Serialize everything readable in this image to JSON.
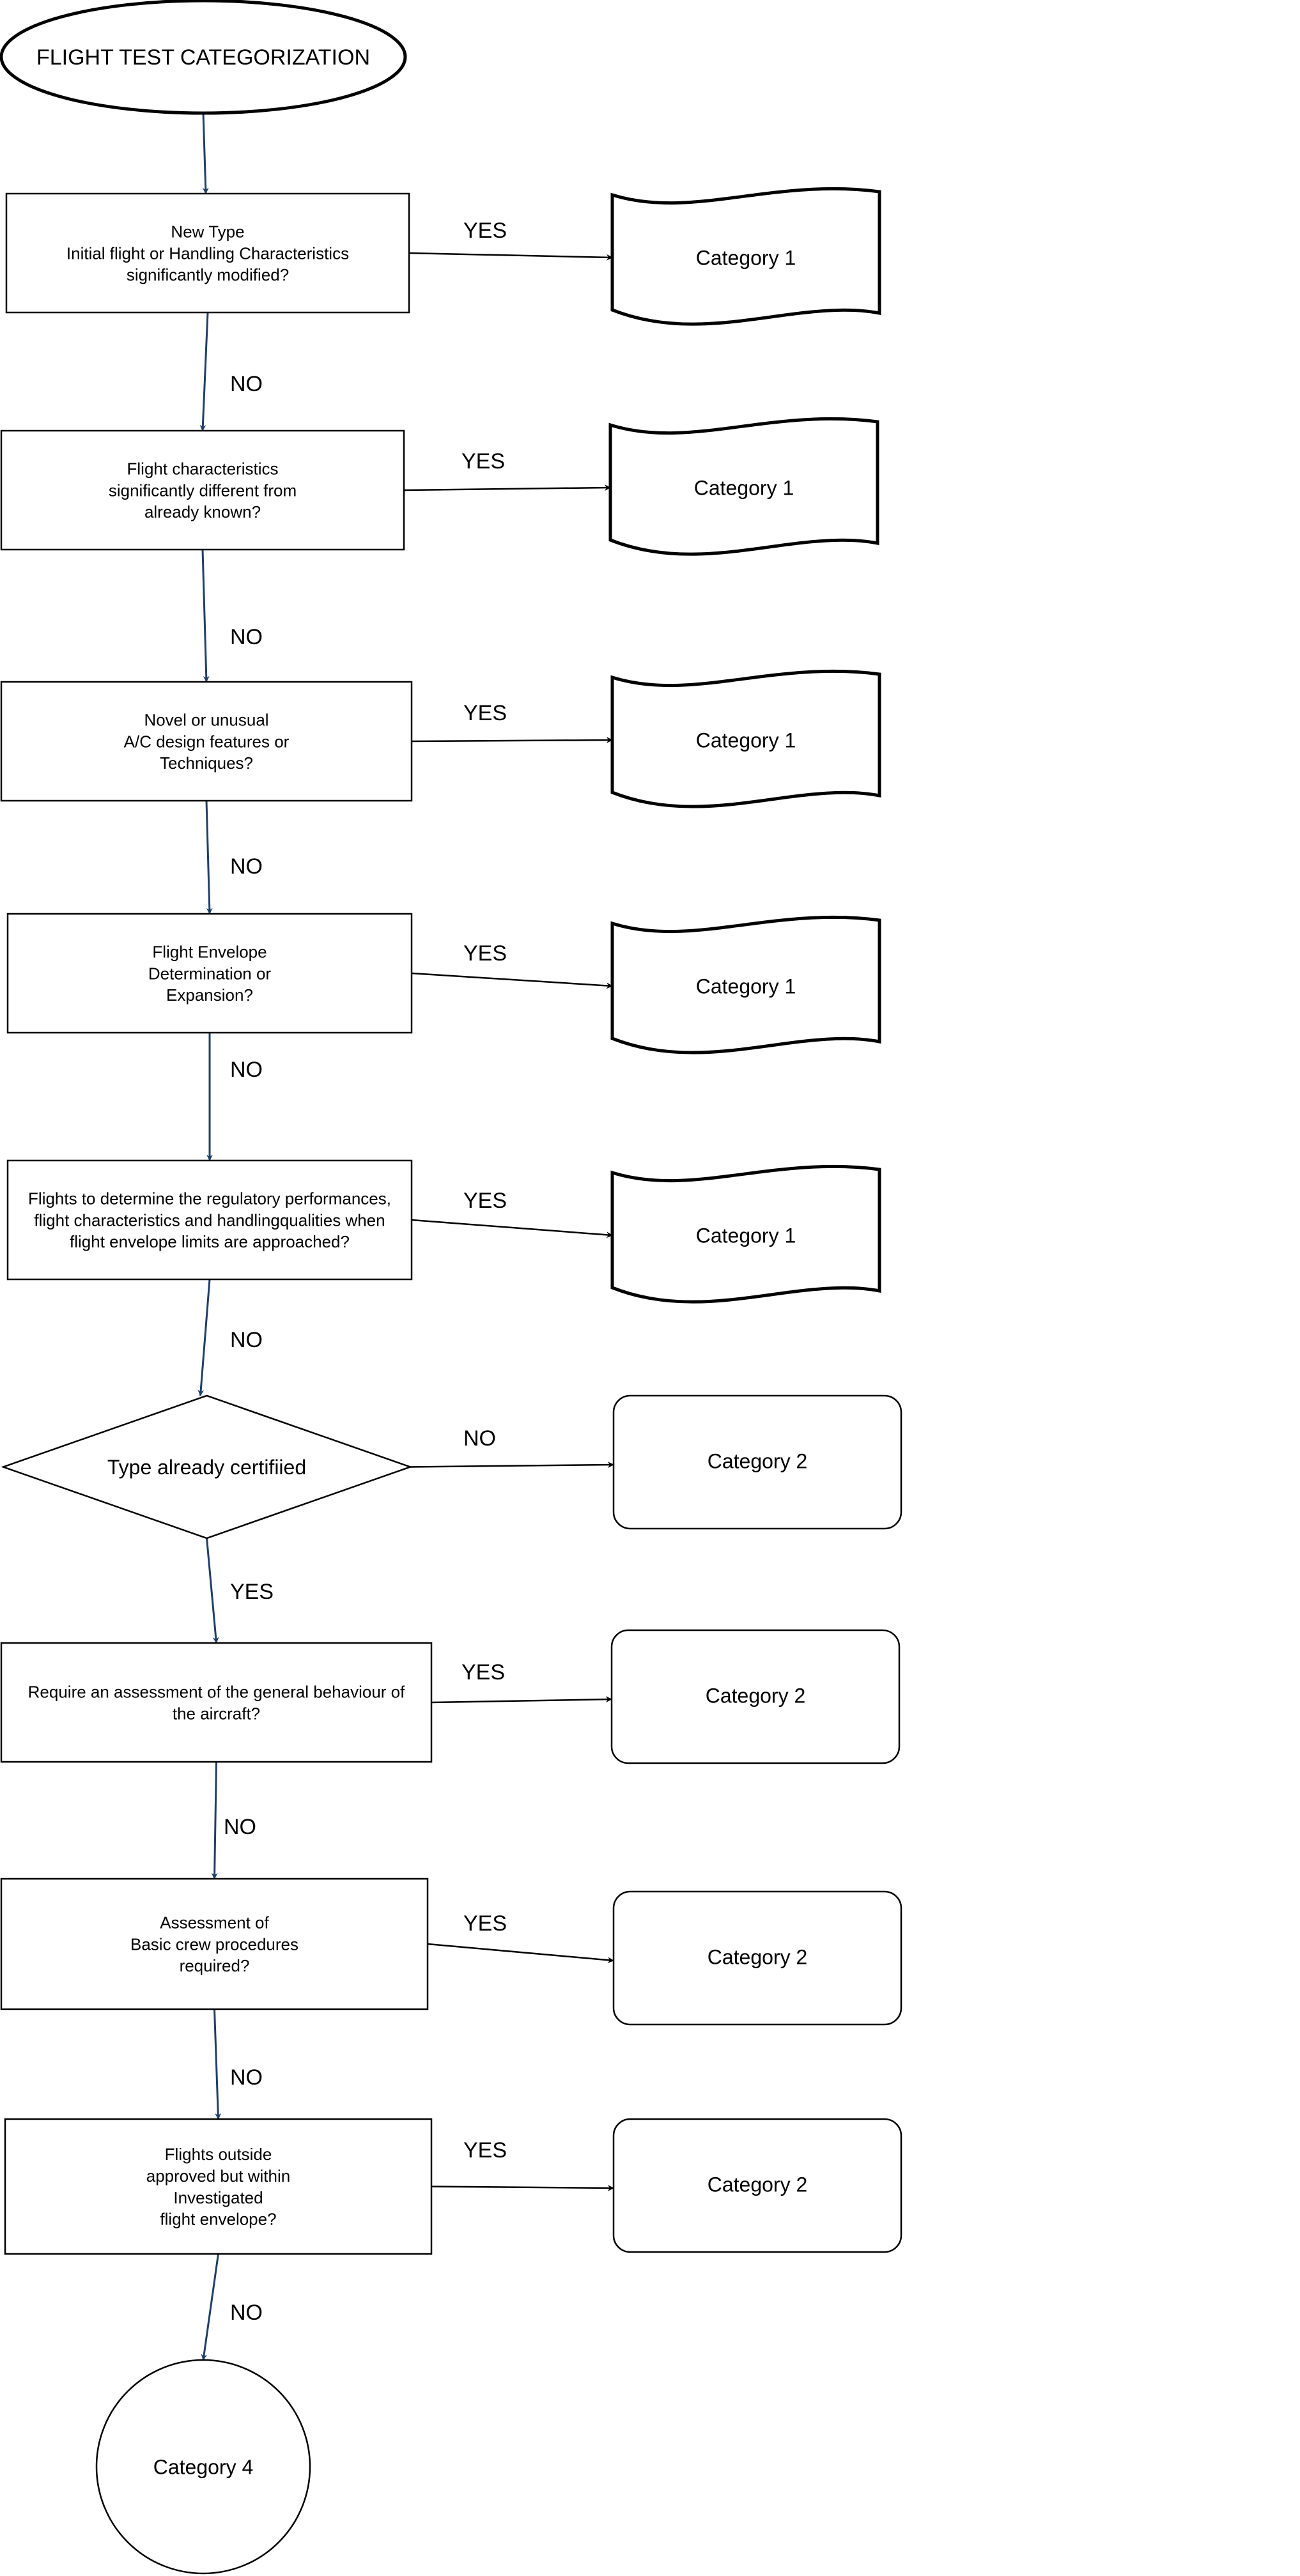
{
  "title": "FLIGHT TEST CATEGORIZATION",
  "colors": {
    "stroke": "#000000",
    "flow_arrow": "#1f3f66",
    "title_text": "#0d2240",
    "category_text": "#0d2240"
  },
  "questions": [
    {
      "lines": [
        "New Type",
        "Initial flight or Handling Characteristics",
        "significantly modified?"
      ]
    },
    {
      "lines": [
        "Flight characteristics",
        "significantly different from",
        "already known?"
      ]
    },
    {
      "lines": [
        "Novel or unusual",
        "A/C design features or",
        "Techniques?"
      ]
    },
    {
      "lines": [
        "Flight Envelope",
        "Determination or",
        "Expansion?"
      ]
    },
    {
      "lines": [
        "Flights to determine the regulatory performances,",
        "flight characteristics and handlingqualities when",
        "flight envelope limits are approached?"
      ]
    },
    {
      "lines": [
        "Type already certifiied"
      ]
    },
    {
      "lines": [
        "Require an assessment of the general behaviour of",
        "the aircraft?"
      ]
    },
    {
      "lines": [
        "Assessment of",
        "Basic crew procedures",
        "required?"
      ]
    },
    {
      "lines": [
        "Flights outside",
        "approved but within",
        "Investigated",
        "flight envelope?"
      ]
    }
  ],
  "outcomes": [
    {
      "label": "Category 1"
    },
    {
      "label": "Category 1"
    },
    {
      "label": "Category 1"
    },
    {
      "label": "Category 1"
    },
    {
      "label": "Category 1"
    },
    {
      "label": "Category 2"
    },
    {
      "label": "Category 2"
    },
    {
      "label": "Category 2"
    },
    {
      "label": "Category 2"
    }
  ],
  "branch_labels": [
    "YES",
    "YES",
    "YES",
    "YES",
    "YES",
    "NO",
    "YES",
    "YES",
    "YES"
  ],
  "down_labels": [
    "NO",
    "NO",
    "NO",
    "NO",
    "NO",
    "YES",
    "NO",
    "NO",
    "NO"
  ],
  "end": {
    "label": "Category 4"
  }
}
